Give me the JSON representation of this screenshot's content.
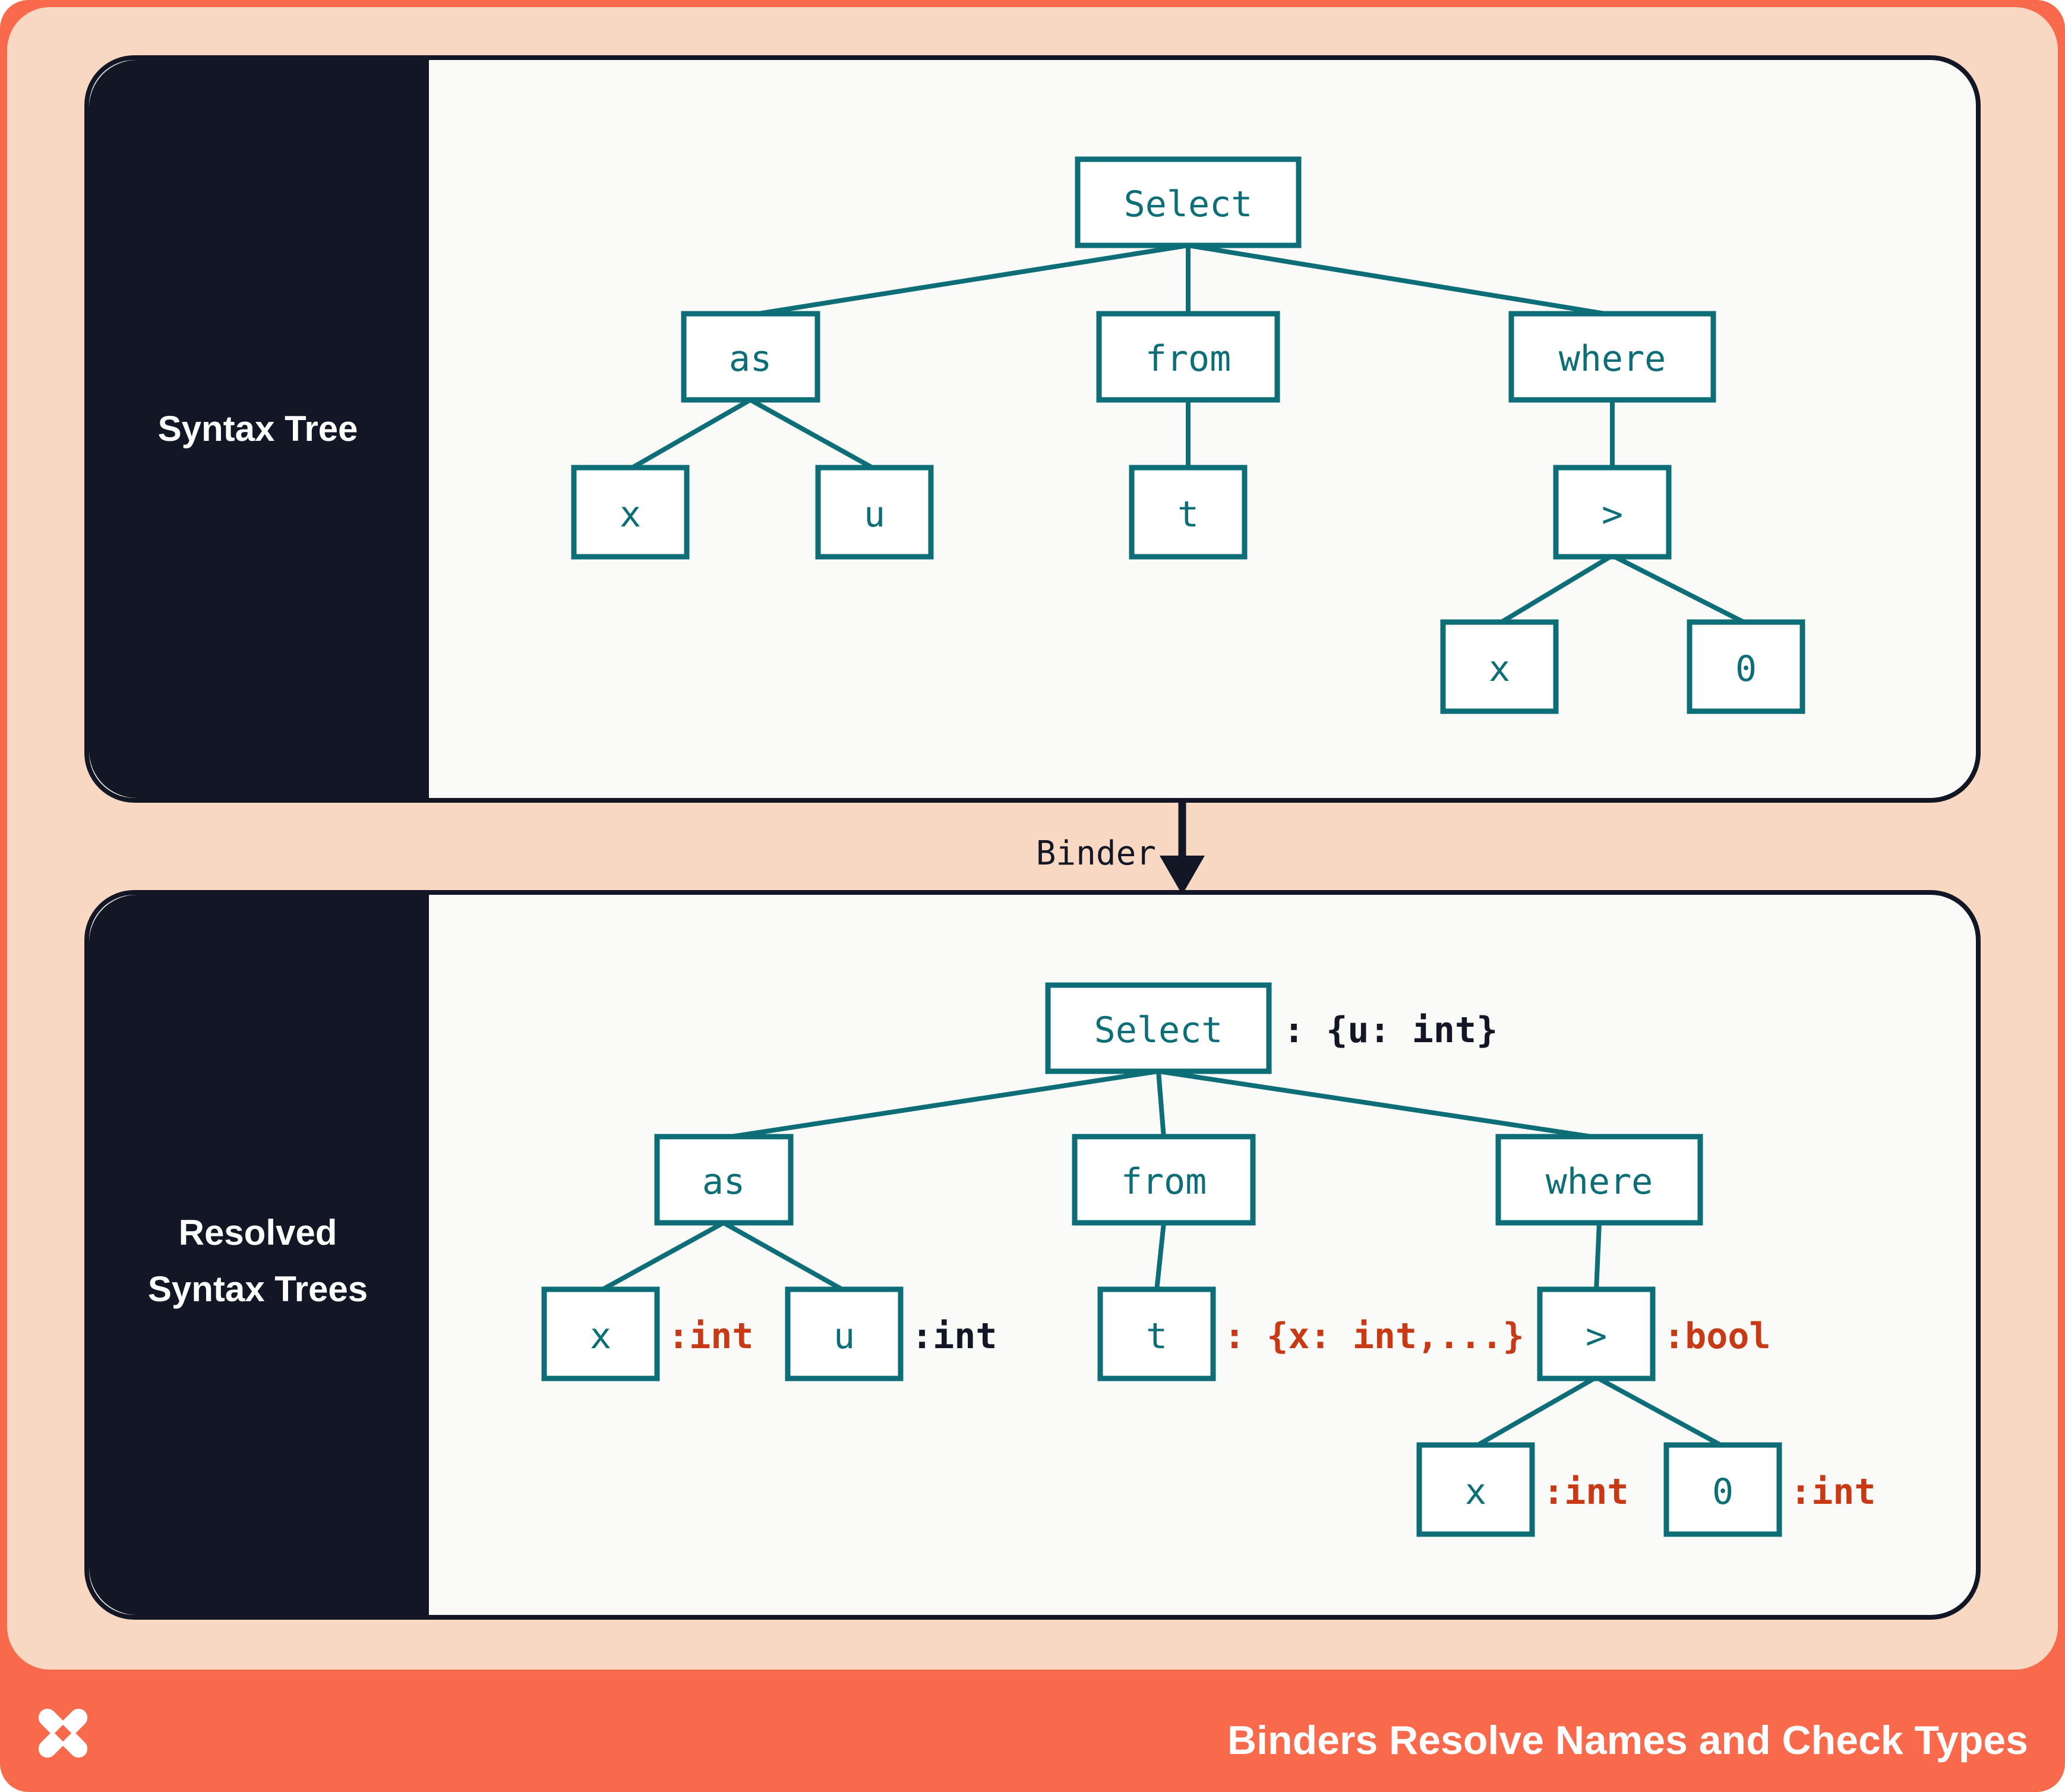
{
  "top": {
    "label": "Syntax Tree",
    "nodes": {
      "select": "Select",
      "as": "as",
      "from": "from",
      "where": "where",
      "x1": "x",
      "u": "u",
      "t": "t",
      "gt": ">",
      "x2": "x",
      "zero": "0"
    }
  },
  "binder": {
    "label": "Binder"
  },
  "bottom": {
    "label_line1": "Resolved",
    "label_line2": "Syntax Trees",
    "nodes": {
      "select": "Select",
      "as": "as",
      "from": "from",
      "where": "where",
      "x1": "x",
      "u": "u",
      "t": "t",
      "gt": ">",
      "x2": "x",
      "zero": "0"
    },
    "ann": {
      "select": ": {u: int}",
      "x1": ":int",
      "u": ":int",
      "t": ": {x: int,...}",
      "gt": ":bool",
      "x2": ":int",
      "zero": ":int"
    }
  },
  "footer": {
    "title": "Binders Resolve Names and Check Types",
    "logo": "pinwheel-x-logo"
  },
  "colors": {
    "orange": "#F96A4D",
    "peach": "#F8D8C2",
    "navy": "#131725",
    "teal": "#0D6E77",
    "red": "#C83A15",
    "panel_bg": "#FAFAF9",
    "node_fill": "#FFFFFF",
    "text_light": "#FFFFFF"
  }
}
